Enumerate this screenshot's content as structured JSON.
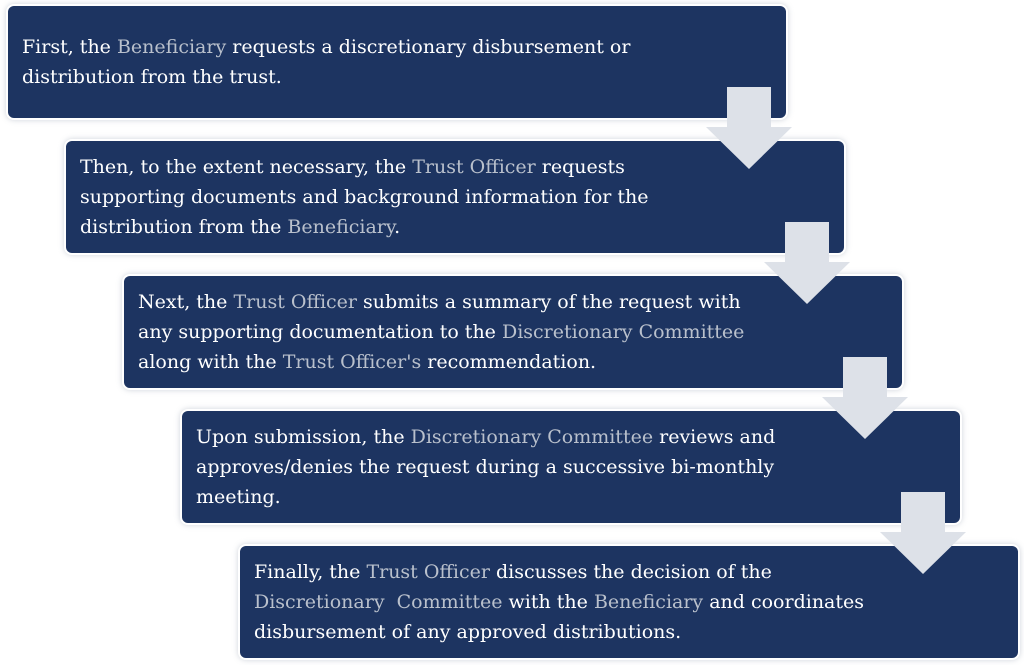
{
  "colors": {
    "box_fill": "#1d3461",
    "box_text": "#ffffff",
    "highlight_text": "#b9c0cc",
    "arrow_fill": "#dde1e8"
  },
  "steps": [
    {
      "lines": [
        [
          {
            "t": "First, the "
          },
          {
            "t": "Beneficiary",
            "hl": true
          },
          {
            "t": " requests a discretionary disbursement or"
          }
        ],
        [
          {
            "t": "distribution from the trust."
          }
        ]
      ]
    },
    {
      "lines": [
        [
          {
            "t": "Then, to the extent necessary, the "
          },
          {
            "t": "Trust Officer",
            "hl": true
          },
          {
            "t": " requests"
          }
        ],
        [
          {
            "t": "supporting documents and background information for the"
          }
        ],
        [
          {
            "t": "distribution from the "
          },
          {
            "t": "Beneficiary",
            "hl": true
          },
          {
            "t": "."
          }
        ]
      ]
    },
    {
      "lines": [
        [
          {
            "t": "Next, the "
          },
          {
            "t": "Trust Officer",
            "hl": true
          },
          {
            "t": " submits a summary of the request with"
          }
        ],
        [
          {
            "t": "any supporting documentation to the "
          },
          {
            "t": "Discretionary Committee",
            "hl": true
          }
        ],
        [
          {
            "t": "along with the "
          },
          {
            "t": "Trust Officer's",
            "hl": true
          },
          {
            "t": " recommendation."
          }
        ]
      ]
    },
    {
      "lines": [
        [
          {
            "t": "Upon submission, the "
          },
          {
            "t": "Discretionary Committee",
            "hl": true
          },
          {
            "t": " reviews and"
          }
        ],
        [
          {
            "t": "approves/denies the request during a successive bi-monthly"
          }
        ],
        [
          {
            "t": "meeting."
          }
        ]
      ]
    },
    {
      "lines": [
        [
          {
            "t": "Finally, the "
          },
          {
            "t": "Trust Officer",
            "hl": true
          },
          {
            "t": " discusses the decision of the"
          }
        ],
        [
          {
            "t": "Discretionary  Committee",
            "hl": true
          },
          {
            "t": " with the "
          },
          {
            "t": "Beneficiary",
            "hl": true
          },
          {
            "t": " and coordinates"
          }
        ],
        [
          {
            "t": "disbursement of any approved distributions."
          }
        ]
      ]
    }
  ],
  "arrows": [
    {
      "icon": "down-arrow-icon"
    },
    {
      "icon": "down-arrow-icon"
    },
    {
      "icon": "down-arrow-icon"
    },
    {
      "icon": "down-arrow-icon"
    }
  ]
}
